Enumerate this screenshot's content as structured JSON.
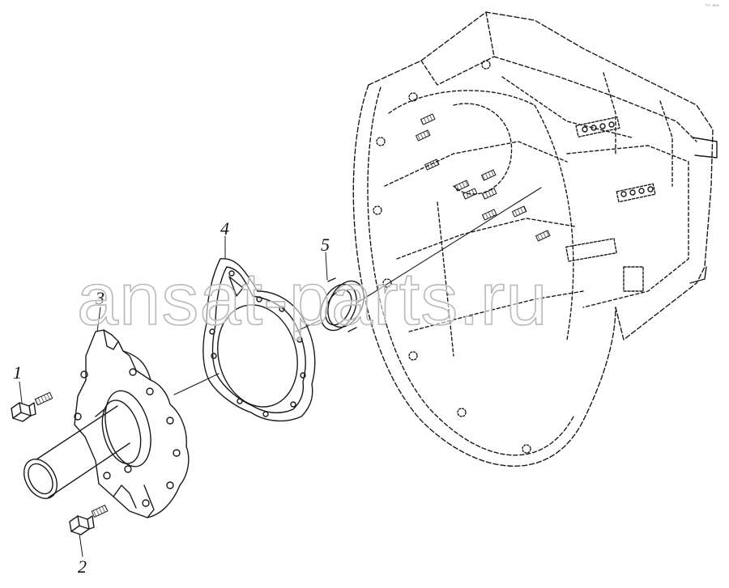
{
  "callouts": {
    "c1": "1",
    "c2": "2",
    "c3": "3",
    "c4": "4",
    "c5": "5"
  },
  "watermark": "ansat-parts.ru",
  "corner_mark": "ᵏⁿ ᵃᵖᵖ",
  "colors": {
    "line": "#1a1a1a",
    "watermark_stroke": "#b9b9b9"
  }
}
